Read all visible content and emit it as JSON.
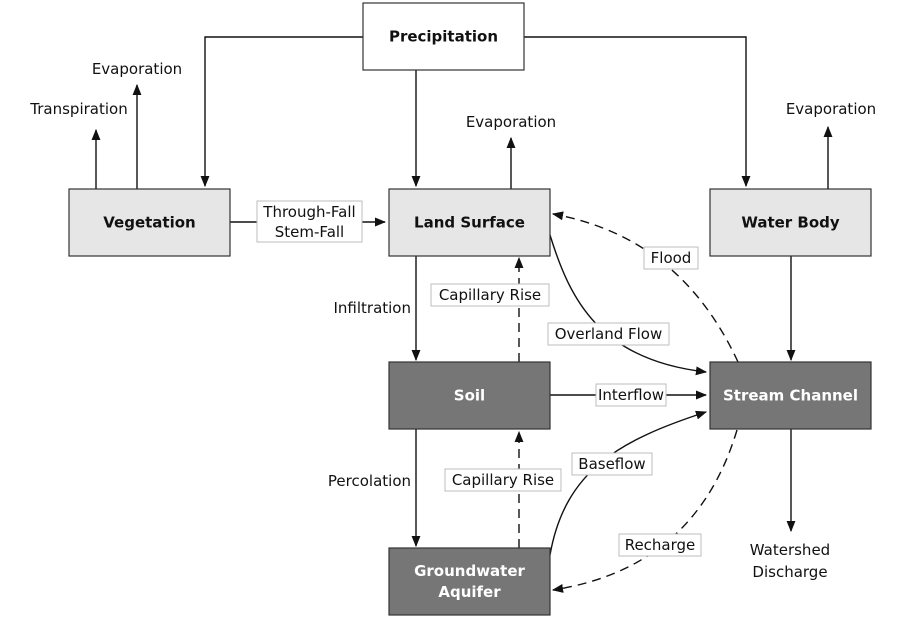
{
  "nodes": {
    "precipitation": "Precipitation",
    "vegetation": "Vegetation",
    "land_surface": "Land Surface",
    "water_body": "Water Body",
    "soil": "Soil",
    "stream_channel": "Stream Channel",
    "groundwater_line1": "Groundwater",
    "groundwater_line2": "Aquifer"
  },
  "labels": {
    "evaporation_vegetation": "Evaporation",
    "transpiration": "Transpiration",
    "evaporation_land": "Evaporation",
    "evaporation_water": "Evaporation",
    "through_fall": "Through-Fall",
    "stem_fall": "Stem-Fall",
    "flood": "Flood",
    "capillary_rise_soil_land": "Capillary Rise",
    "infiltration": "Infiltration",
    "overland_flow": "Overland Flow",
    "interflow": "Interflow",
    "percolation": "Percolation",
    "capillary_rise_gw_soil": "Capillary Rise",
    "baseflow": "Baseflow",
    "recharge": "Recharge",
    "watershed_discharge_line1": "Watershed",
    "watershed_discharge_line2": "Discharge"
  },
  "colors": {
    "light_box": "#e6e6e6",
    "dark_box": "#767676",
    "white_box": "#ffffff",
    "dark_text": "#111111",
    "light_text": "#ffffff"
  }
}
